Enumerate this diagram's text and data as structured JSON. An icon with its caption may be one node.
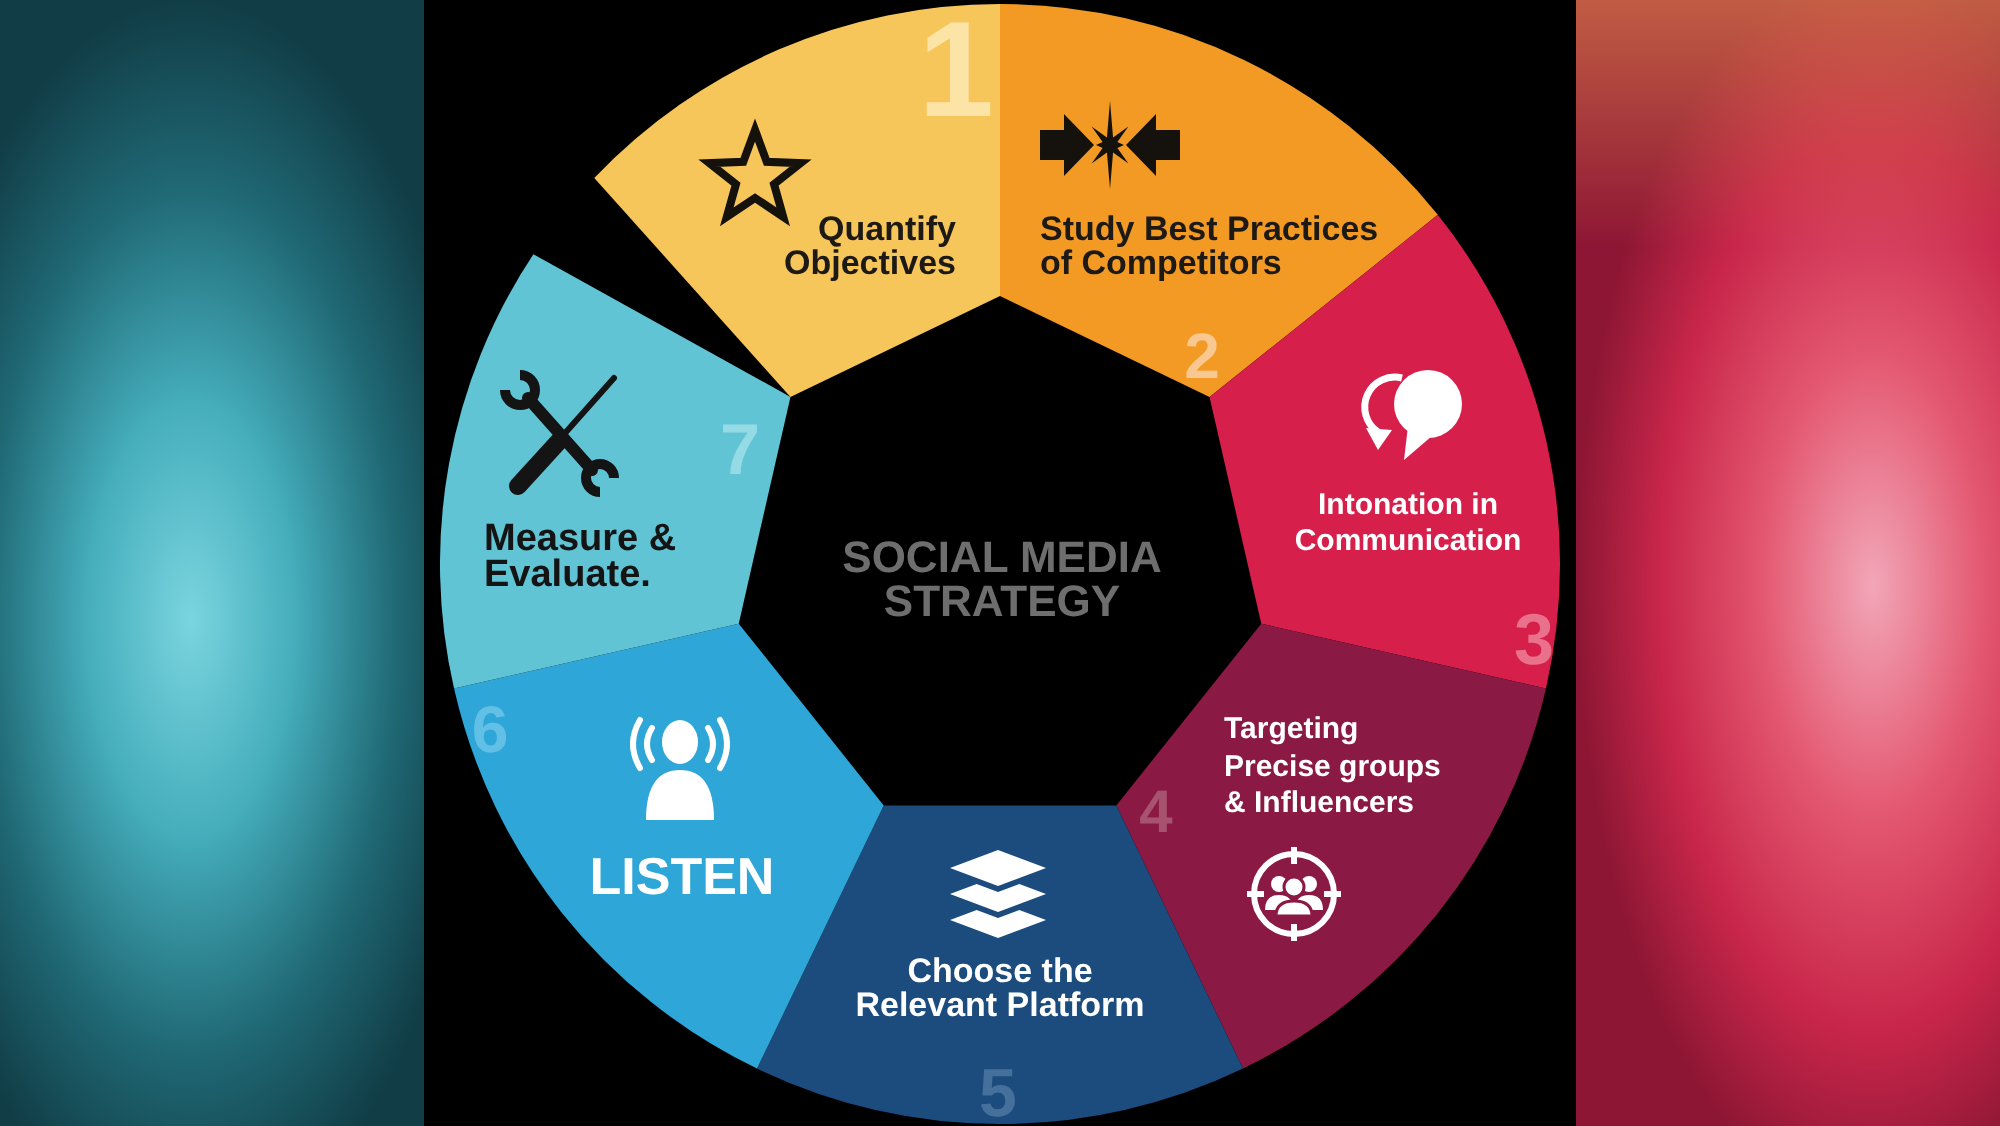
{
  "diagram": {
    "title": "SOCIAL MEDIA STRATEGY",
    "nodes": [
      {
        "text": [
          "1",
          "Quantify Objectives"
        ]
      },
      {
        "text": [
          "Study Best Practices of Competitors",
          "2"
        ]
      },
      {
        "text": [
          "Intonation in Communication",
          "3"
        ]
      },
      {
        "text": [
          "Targeting Precise groups & Influencers",
          "4"
        ]
      },
      {
        "text": [
          "Choose the Relevant Platform",
          "5"
        ]
      },
      {
        "text": [
          "6",
          "LISTEN"
        ]
      },
      {
        "text": [
          "7",
          "Measure & Evaluate."
        ]
      }
    ]
  }
}
